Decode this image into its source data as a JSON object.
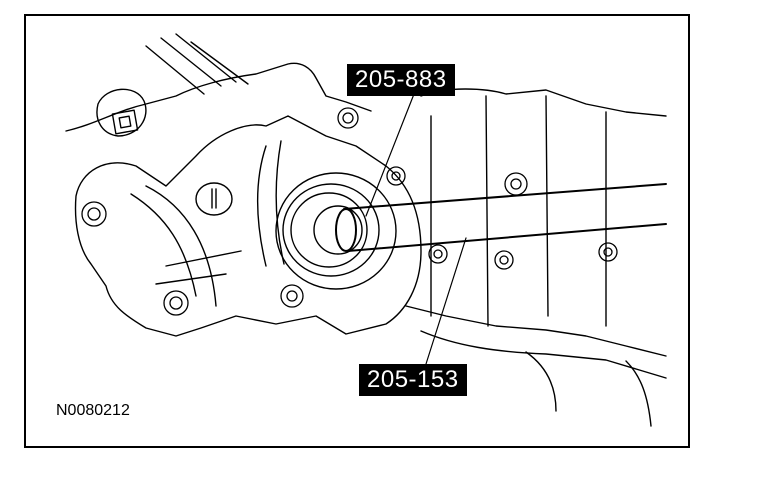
{
  "callouts": {
    "tool_top": "205-883",
    "tool_bottom": "205-153"
  },
  "figure_code": "N0080212",
  "colors": {
    "ink": "#000000",
    "paper": "#ffffff"
  }
}
